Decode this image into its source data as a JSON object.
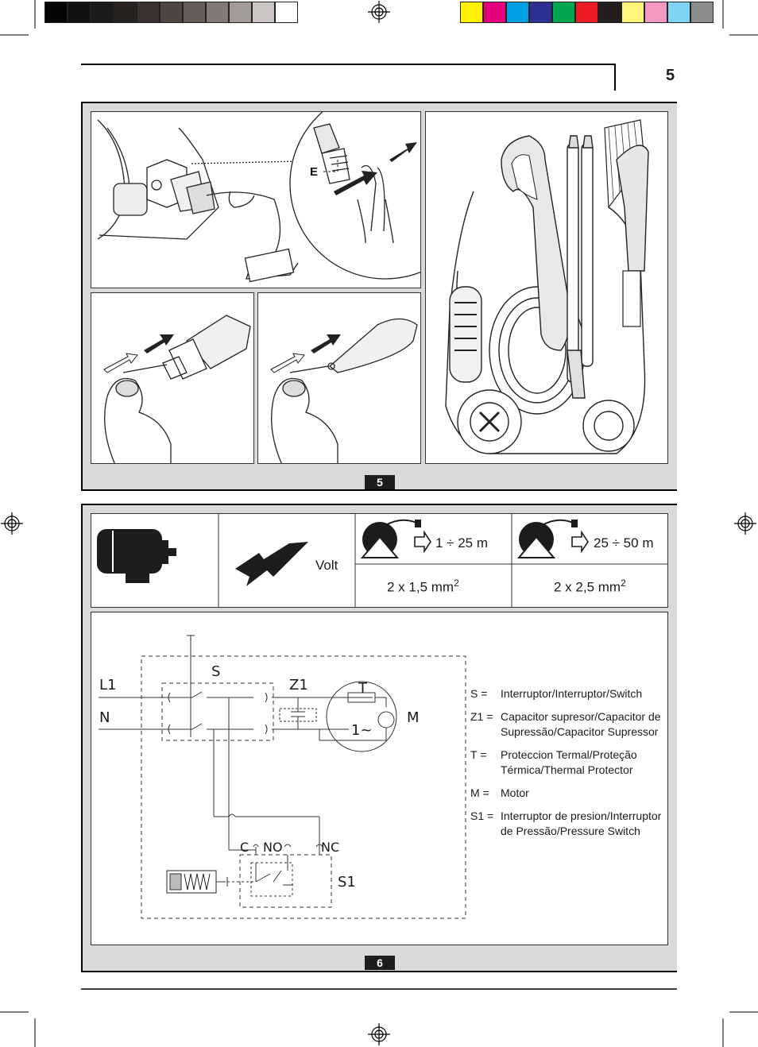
{
  "page": {
    "number": "5"
  },
  "color_bar": {
    "grays": [
      "#050505",
      "#111111",
      "#1b1b1b",
      "#262220",
      "#3a3230",
      "#4f4644",
      "#675e5b",
      "#837a77",
      "#a39b98",
      "#cac4c2",
      "#ffffff"
    ],
    "colors": [
      "#fff200",
      "#e6007e",
      "#00a0e3",
      "#2e3192",
      "#00a650",
      "#ed1c24",
      "#231f20",
      "#fff57a",
      "#f49ac1",
      "#7fd3f5",
      "#8c8c8c"
    ]
  },
  "figure5": {
    "label": "5",
    "callout": "E"
  },
  "figure6": {
    "label": "6",
    "cable_table": {
      "volt_label": "Volt",
      "range1": "1 ÷ 25 m",
      "range2": "25 ÷ 50 m",
      "section1": "2 x 1,5 mm",
      "section2": "2 x 2,5 mm",
      "sup": "2"
    },
    "diagram_labels": {
      "L1": "L1",
      "N": "N",
      "S": "S",
      "Z1": "Z1",
      "T": "T",
      "M": "M",
      "motor": "1~",
      "C": "C",
      "NO": "NO",
      "NC": "NC",
      "S1": "S1"
    },
    "legend": [
      {
        "key": "S =",
        "value": "Interruptor/Interruptor/Switch"
      },
      {
        "key": "Z1 =",
        "value": "Capacitor supresor/Capacitor de Supressão/Capacitor Supressor"
      },
      {
        "key": "T =",
        "value": "Proteccion Termal/Proteção Térmica/Thermal Protector"
      },
      {
        "key": "M =",
        "value": "Motor"
      },
      {
        "key": "S1 =",
        "value": "Interruptor de presion/Interruptor de Pressão/Pressure Switch"
      }
    ]
  }
}
